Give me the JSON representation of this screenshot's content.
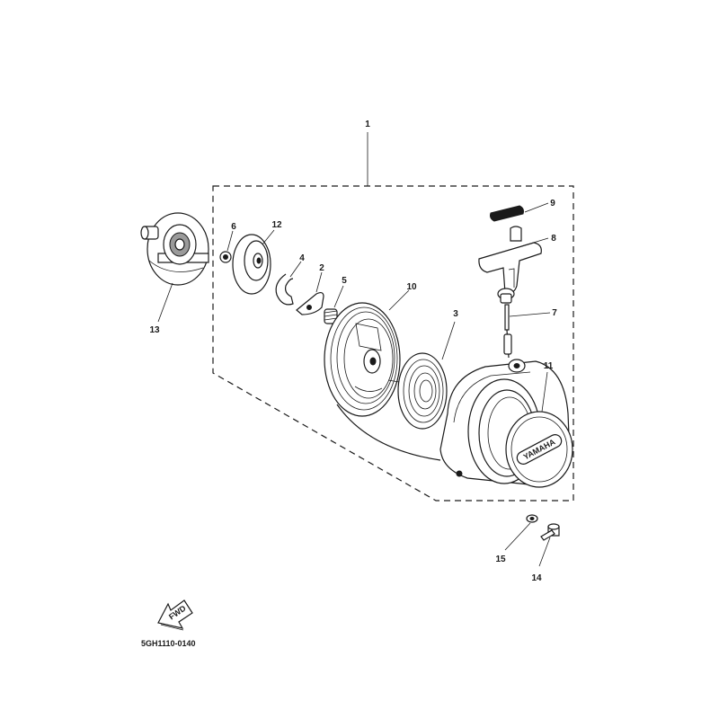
{
  "callouts": {
    "c1": "1",
    "c2": "2",
    "c3": "3",
    "c4": "4",
    "c5": "5",
    "c6": "6",
    "c7": "7",
    "c8": "8",
    "c9": "9",
    "c10": "10",
    "c11": "11",
    "c12": "12",
    "c13": "13",
    "c14": "14",
    "c15": "15"
  },
  "fwd_label": "FWD",
  "brand_label": "YAMAHA",
  "diagram_code": "5GH1110-0140"
}
